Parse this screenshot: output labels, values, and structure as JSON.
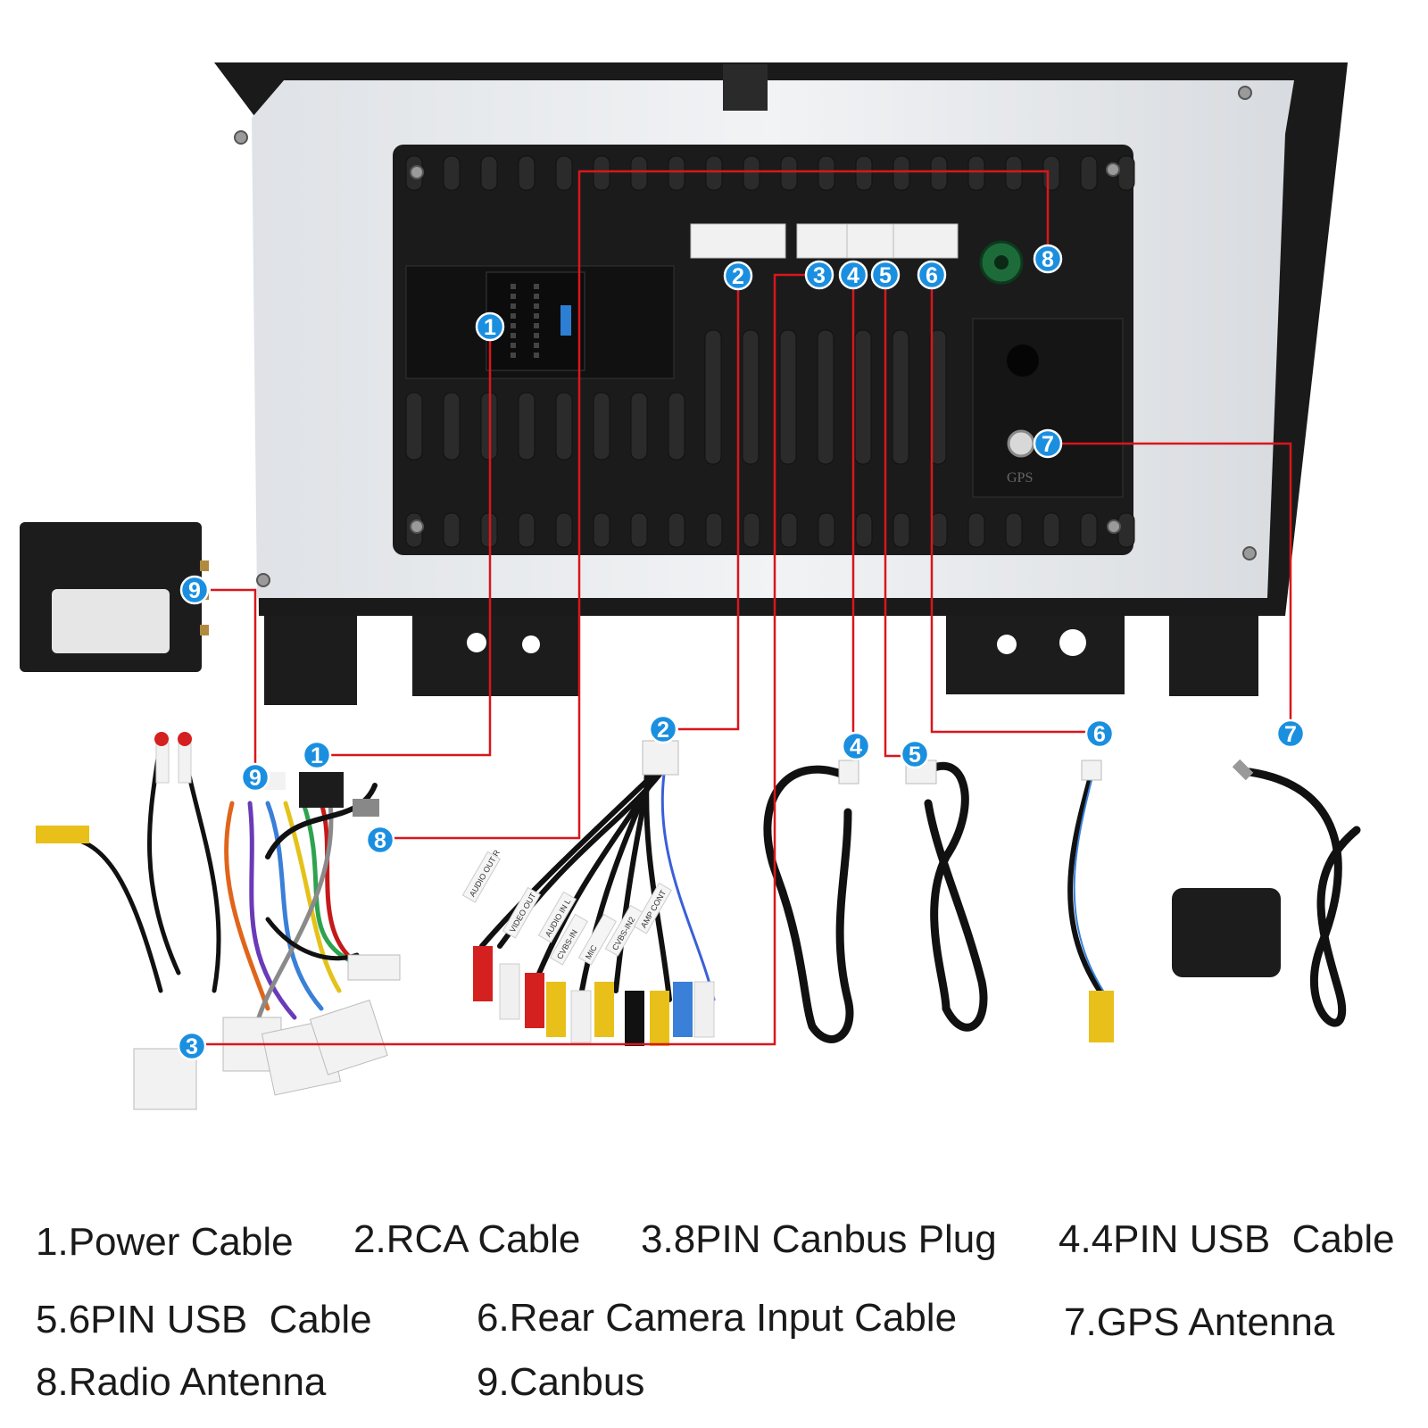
{
  "ports": [
    {
      "number": "1"
    },
    {
      "number": "2"
    },
    {
      "number": "3"
    },
    {
      "number": "4"
    },
    {
      "number": "5"
    },
    {
      "number": "6"
    },
    {
      "number": "7"
    },
    {
      "number": "8"
    },
    {
      "number": "9"
    }
  ],
  "unit": {
    "gps_port_label": "GPS",
    "wire_label_rca": [
      "AUDIO OUT R",
      "VIDEO OUT",
      "AUDIO IN L",
      "CVBS-IN",
      "MIC",
      "CVBS-IN2",
      "AMP CONT"
    ]
  },
  "legend": [
    {
      "text": "1.Power Cable"
    },
    {
      "text": "2.RCA Cable"
    },
    {
      "text": "3.8PIN Canbus Plug"
    },
    {
      "text": "4.4PIN USB  Cable"
    },
    {
      "text": "5.6PIN USB  Cable"
    },
    {
      "text": "6.Rear Camera Input Cable"
    },
    {
      "text": "7.GPS Antenna"
    },
    {
      "text": "8.Radio Antenna"
    },
    {
      "text": "9.Canbus"
    }
  ],
  "colors": {
    "callout_line": "#d9161c",
    "badge_fill": "#1a8fe0",
    "badge_text": "#ffffff",
    "unit_body": "#1b1b1b",
    "bezel": "#e7e9ec"
  }
}
